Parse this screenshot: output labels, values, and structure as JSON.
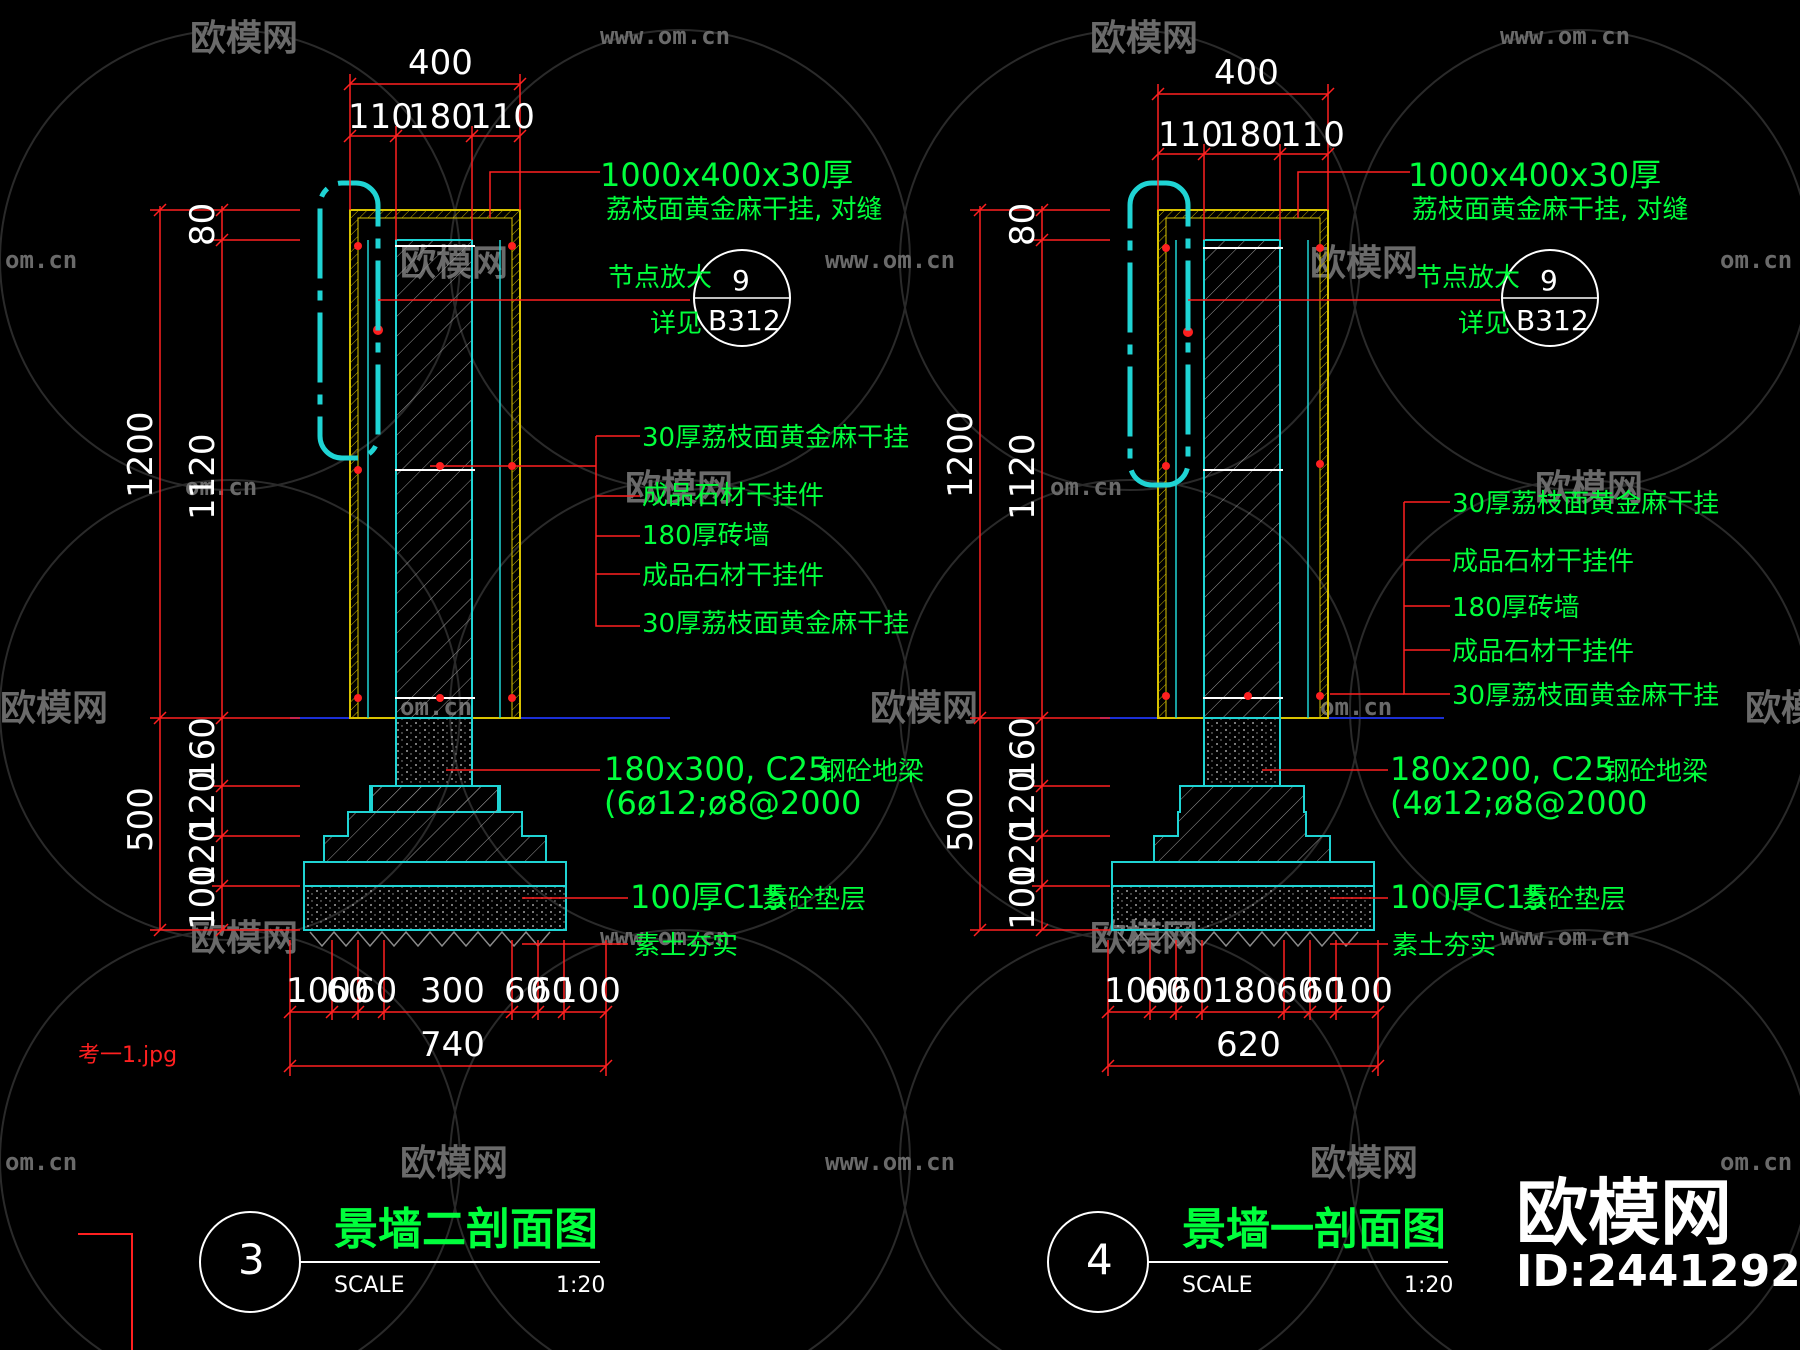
{
  "watermark": {
    "logo_text": "欧模网",
    "url": "www.om.cn",
    "url_short": "om.cn"
  },
  "brand": {
    "name": "欧模网",
    "id": "ID:2441292"
  },
  "file_label": "考一1.jpg",
  "left": {
    "dims_top": {
      "total": "400",
      "parts": [
        "110",
        "180",
        "110"
      ]
    },
    "dims_left": {
      "h1200": "1200",
      "h80": "80",
      "h1120": "1120",
      "h500": "500",
      "foot": [
        "160",
        "120",
        "120",
        "100"
      ]
    },
    "dims_bottom": {
      "parts": [
        "100",
        "60",
        "60",
        "300",
        "60",
        "60",
        "100"
      ],
      "total": "740"
    },
    "notes": {
      "cap_size": "1000x400x30厚",
      "cap_desc": "荔枝面黄金麻干挂, 对缝",
      "node_enlarge": "节点放大",
      "see_detail": "详见",
      "bubble_top": "9",
      "bubble_bottom": "B312",
      "layer1": "30厚荔枝面黄金麻干挂",
      "layer2": "成品石材干挂件",
      "layer3": "180厚砖墙",
      "layer4": "成品石材干挂件",
      "layer5": "30厚荔枝面黄金麻干挂",
      "beam_size": "180x300, C25",
      "beam_type": "钢砼地梁",
      "beam_rebar": "(6ø12;ø8@2000",
      "cushion": "100厚C15",
      "cushion_type": "素砼垫层",
      "soil": "素土夯实"
    },
    "title": {
      "number": "3",
      "name": "景墙二剖面图",
      "scale_label": "SCALE",
      "scale": "1:20"
    }
  },
  "right": {
    "dims_top": {
      "total": "400",
      "parts": [
        "110",
        "180",
        "110"
      ]
    },
    "dims_left": {
      "h1200": "1200",
      "h80": "80",
      "h1120": "1120",
      "h500": "500",
      "foot": [
        "160",
        "120",
        "120",
        "100"
      ]
    },
    "dims_bottom": {
      "parts": [
        "100",
        "60",
        "60",
        "180",
        "60",
        "60",
        "100"
      ],
      "total": "620"
    },
    "notes": {
      "cap_size": "1000x400x30厚",
      "cap_desc": "荔枝面黄金麻干挂, 对缝",
      "node_enlarge": "节点放大",
      "see_detail": "详见",
      "bubble_top": "9",
      "bubble_bottom": "B312",
      "layer1": "30厚荔枝面黄金麻干挂",
      "layer2": "成品石材干挂件",
      "layer3": "180厚砖墙",
      "layer4": "成品石材干挂件",
      "layer5": "30厚荔枝面黄金麻干挂",
      "beam_size": "180x200, C25",
      "beam_type": "钢砼地梁",
      "beam_rebar": "(4ø12;ø8@2000",
      "cushion": "100厚C15",
      "cushion_type": "素砼垫层",
      "soil": "素土夯实"
    },
    "title": {
      "number": "4",
      "name": "景墙一剖面图",
      "scale_label": "SCALE",
      "scale": "1:20"
    }
  }
}
